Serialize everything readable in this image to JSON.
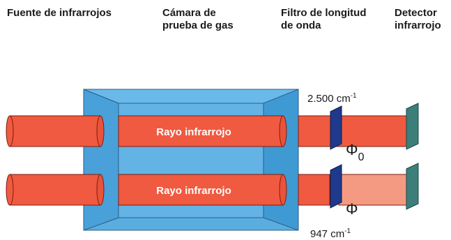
{
  "headers": {
    "source": "Fuente de infrarrojos",
    "chamber": [
      "Cámara de",
      "prueba de gas"
    ],
    "filter": [
      "Filtro de longitud",
      "de onda"
    ],
    "detector": [
      "Detector",
      "infrarrojo"
    ]
  },
  "beams": {
    "upper_label": "Rayo infrarrojo",
    "lower_label": "Rayo infrarrojo"
  },
  "filters": {
    "upper_wavenumber": "2.500 cm",
    "lower_wavenumber": "947 cm",
    "unit_exponent": "-1"
  },
  "symbols": {
    "upper_phi": "Φ",
    "upper_subscript": "0",
    "lower_phi": "Φ"
  },
  "colors": {
    "box_blue": "#4aa0d8",
    "box_dark": "#2f7db5",
    "beam_red": "#f05a40",
    "beam_faded": "#f59a82",
    "filter_navy": "#1f3a8c",
    "detector_teal": "#3c7f7a"
  }
}
